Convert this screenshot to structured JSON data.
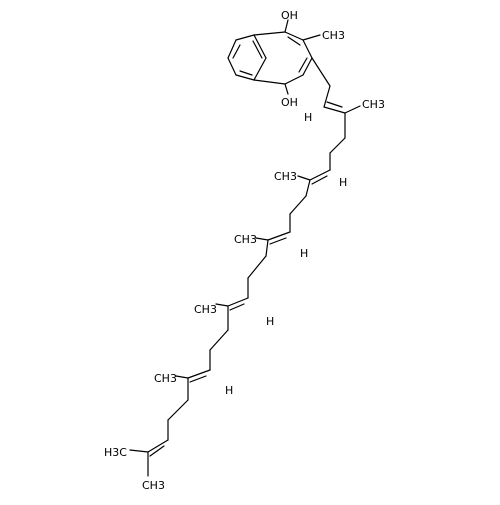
{
  "molecule": {
    "labels": {
      "oh_top": "OH",
      "oh_bottom": "OH",
      "methyl_ring": "CH3",
      "h_1": "H",
      "h_2": "H",
      "h_3": "H",
      "h_4": "H",
      "h_5": "H",
      "ch3_1": "CH3",
      "ch3_2": "CH3",
      "ch3_3": "CH3",
      "ch3_4": "CH3",
      "ch3_5": "CH3",
      "ch3_terminal_a": "H3C",
      "ch3_terminal_b": "CH3"
    }
  },
  "colors": {
    "bond": "#000000",
    "text": "#000000",
    "background": "#ffffff"
  }
}
